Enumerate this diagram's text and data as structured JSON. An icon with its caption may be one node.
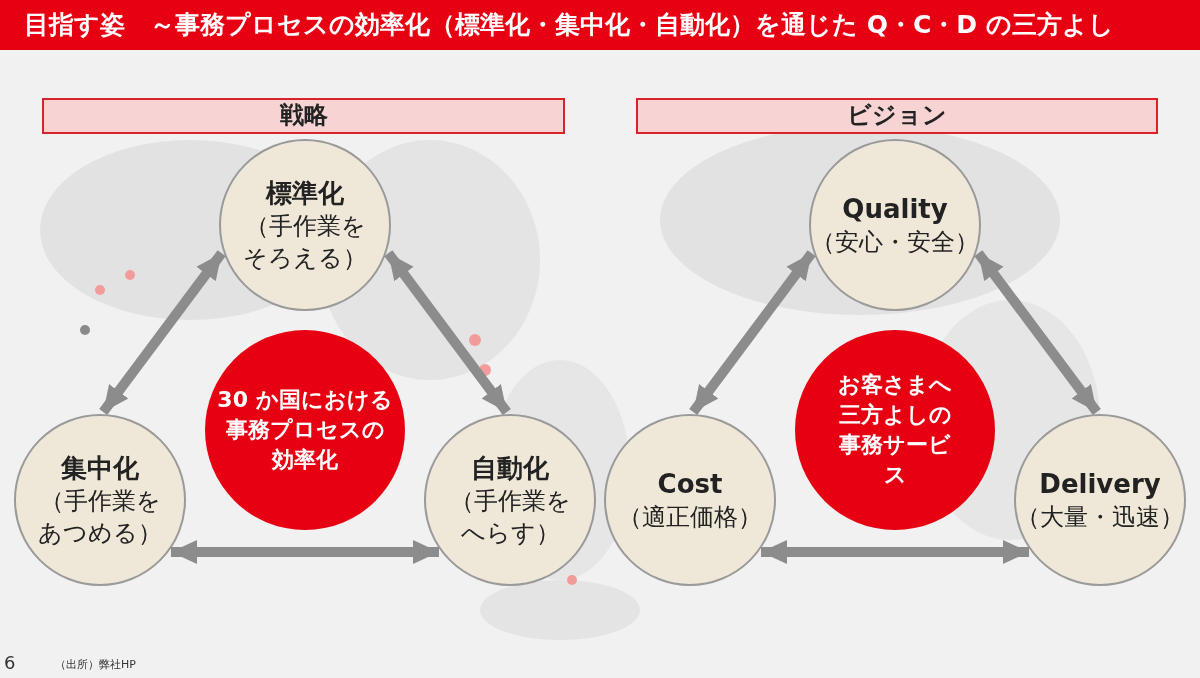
{
  "diagram": {
    "title": "目指す姿　～事務プロセスの効率化（標準化・集中化・自動化）を通じた Q・C・D の三方よし",
    "nodes": [
      {
        "text": [
          "戦略"
        ]
      },
      {
        "text": [
          "標準化",
          "（手作業をそろえる）"
        ]
      },
      {
        "text": [
          "30 か国における事務プロセスの効率化"
        ]
      },
      {
        "text": [
          "集中化",
          "（手作業をあつめる）"
        ]
      },
      {
        "text": [
          "自動化",
          "（手作業をへらす）"
        ]
      },
      {
        "text": [
          "ビジョン"
        ]
      },
      {
        "text": [
          "Quality",
          "（安心・安全）"
        ]
      },
      {
        "text": [
          "お客さまへ三方よしの事務サービス"
        ]
      },
      {
        "text": [
          "Cost",
          "（適正価格）"
        ]
      },
      {
        "text": [
          "Delivery",
          "（大量・迅速）"
        ]
      }
    ],
    "edges": [
      {
        "from": 1,
        "to": 3,
        "arrow": "both"
      },
      {
        "from": 1,
        "to": 4,
        "arrow": "both"
      },
      {
        "from": 3,
        "to": 4,
        "arrow": "both"
      },
      {
        "from": 6,
        "to": 8,
        "arrow": "both"
      },
      {
        "from": 6,
        "to": 9,
        "arrow": "both"
      },
      {
        "from": 8,
        "to": 9,
        "arrow": "both"
      }
    ],
    "labels": [
      "6",
      "（出所）弊社HP"
    ]
  }
}
